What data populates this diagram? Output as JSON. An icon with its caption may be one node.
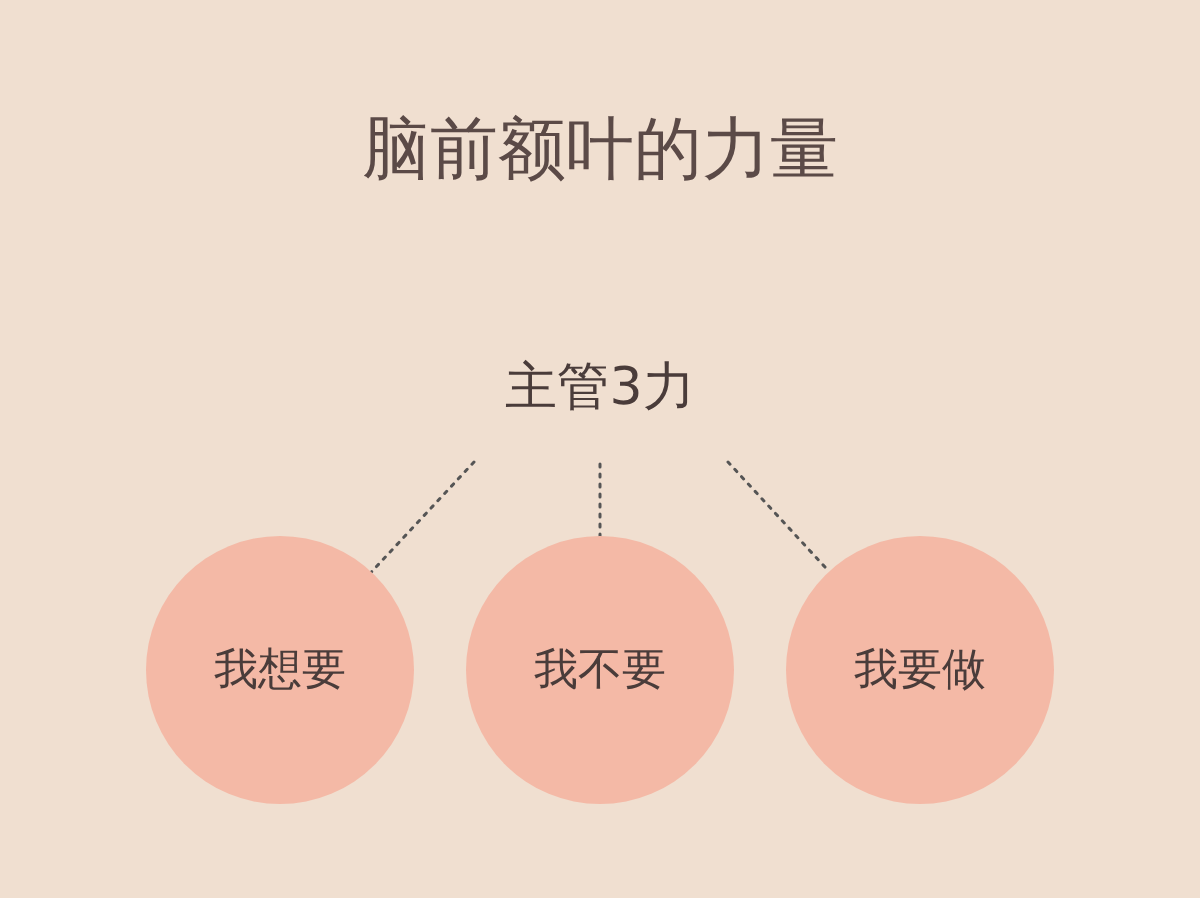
{
  "diagram": {
    "title": "脑前额叶的力量",
    "nodes": [
      {
        "text": [
          "主管3力"
        ]
      },
      {
        "text": [
          "我想要"
        ]
      },
      {
        "text": [
          "我不要"
        ]
      },
      {
        "text": [
          "我要做"
        ]
      }
    ],
    "edges": [
      {
        "from": 0,
        "to": 1,
        "arrow": "none",
        "style": "dashed"
      },
      {
        "from": 0,
        "to": 2,
        "arrow": "none",
        "style": "dashed"
      },
      {
        "from": 0,
        "to": 3,
        "arrow": "none",
        "style": "dashed"
      }
    ]
  }
}
